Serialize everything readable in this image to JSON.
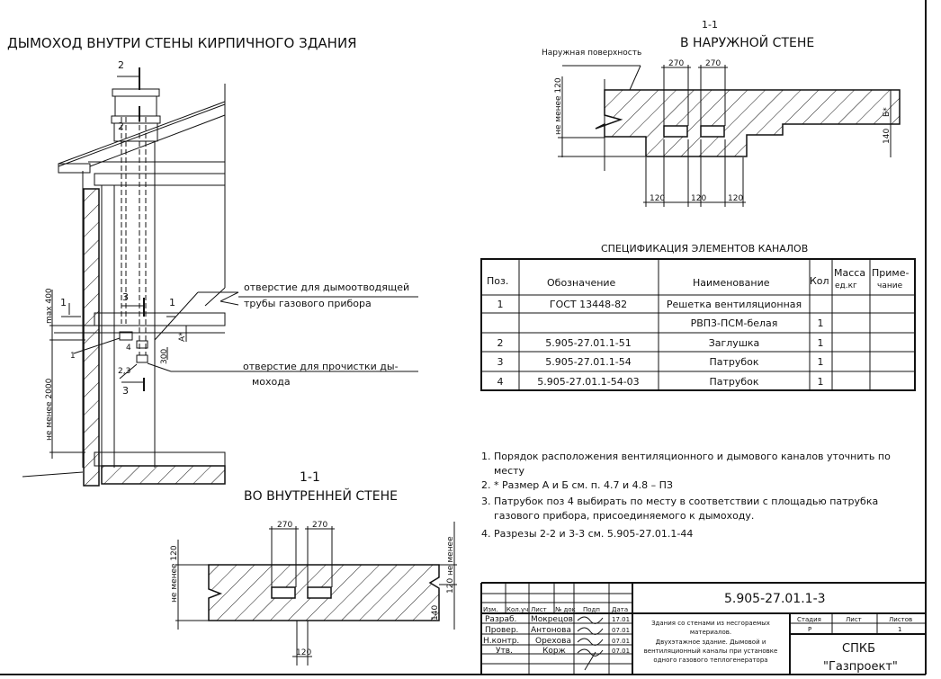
{
  "main_title": "ДЫМОХОД ВНУТРИ СТЕНЫ КИРПИЧНОГО ЗДАНИЯ",
  "elevation": {
    "section_2_top": "2",
    "section_2_bottom": "2",
    "section_1_left": "1",
    "section_1_right": "1",
    "section_3_top": "3",
    "section_3_bottom": "3",
    "dim_max400": "max 400",
    "dim_min2000": "не менее 2000",
    "dim_a": "А*",
    "dim_300": "300",
    "pos_1": "1",
    "pos_4": "4",
    "pos_23": "2,3",
    "callout_flue_line1": "отверстие для дымоотводящей",
    "callout_flue_line2": "трубы газового прибора",
    "callout_clean_line1": "отверстие для прочистки ды-",
    "callout_clean_line2": "мохода"
  },
  "outer_section": {
    "number": "1-1",
    "title": "В НАРУЖНОЙ СТЕНЕ",
    "surface_label": "Наружная поверхность",
    "dim_270a": "270",
    "dim_270b": "270",
    "dim_120_left": "не менее 120",
    "dim_140": "140",
    "dim_b": "Б*",
    "dim_120a": "120",
    "dim_120b": "120",
    "dim_120c": "120"
  },
  "inner_section": {
    "number": "1-1",
    "title": "ВО ВНУТРЕННЕЙ СТЕНЕ",
    "dim_270a": "270",
    "dim_270b": "270",
    "dim_120_left": "не менее 120",
    "dim_140": "140",
    "dim_120_right": "120 не менее",
    "dim_120_bottom": "120"
  },
  "spec": {
    "title": "СПЕЦИФИКАЦИЯ ЭЛЕМЕНТОВ КАНАЛОВ",
    "headers": [
      "Поз.",
      "Обозначение",
      "Наименование",
      "Кол",
      "Масса ед.кг",
      "Приме-чание"
    ],
    "header_mass_1": "Масса",
    "header_mass_2": "ед.кг",
    "header_note_1": "Приме-",
    "header_note_2": "чание",
    "rows": [
      {
        "pos": "1",
        "code": "ГОСТ 13448-82",
        "name": "Решетка вентиляционная",
        "qty": ""
      },
      {
        "pos": "",
        "code": "",
        "name": "РВП3-ПСМ-белая",
        "qty": "1"
      },
      {
        "pos": "2",
        "code": "5.905-27.01.1-51",
        "name": "Заглушка",
        "qty": "1"
      },
      {
        "pos": "3",
        "code": "5.905-27.01.1-54",
        "name": "Патрубок",
        "qty": "1"
      },
      {
        "pos": "4",
        "code": "5.905-27.01.1-54-03",
        "name": "Патрубок",
        "qty": "1"
      }
    ]
  },
  "notes": [
    "1. Порядок расположения вентиляционного и дымового каналов уточнить по месту",
    "2. * Размер А и Б см. п. 4.7 и 4.8 – ПЗ",
    "3. Патрубок поз 4 выбирать по месту в соответствии с площадью патрубка газового прибора, присоединяемого к дымоходу.",
    "4. Разрезы 2-2 и 3-3 см. 5.905-27.01.1-44"
  ],
  "title_block": {
    "doc_number": "5.905-27.01.1-3",
    "col_headers": [
      "Изм.",
      "Кол.уч",
      "Лист",
      "№ док",
      "Подп",
      "Дата"
    ],
    "signers": [
      {
        "role": "Разраб.",
        "name": "Мокрецов",
        "date": "17.01"
      },
      {
        "role": "Провер.",
        "name": "Антонова",
        "date": "07.01"
      },
      {
        "role": "Н.контр.",
        "name": "Орехова",
        "date": "07.01"
      },
      {
        "role": "Утв.",
        "name": "Корж",
        "date": "07.01"
      }
    ],
    "description": [
      "Здания со стенами из несгораемых",
      "материалов.",
      "Двухэтажное здание. Дымовой и",
      "вентиляционный каналы при установке",
      "одного газового теплогенератора"
    ],
    "stage_label": "Стадия",
    "sheet_label": "Лист",
    "sheets_label": "Листов",
    "stage_value": "Р",
    "sheet_value": "",
    "sheets_value": "1",
    "org_line1": "СПКБ",
    "org_line2": "\"Газпроект\""
  }
}
